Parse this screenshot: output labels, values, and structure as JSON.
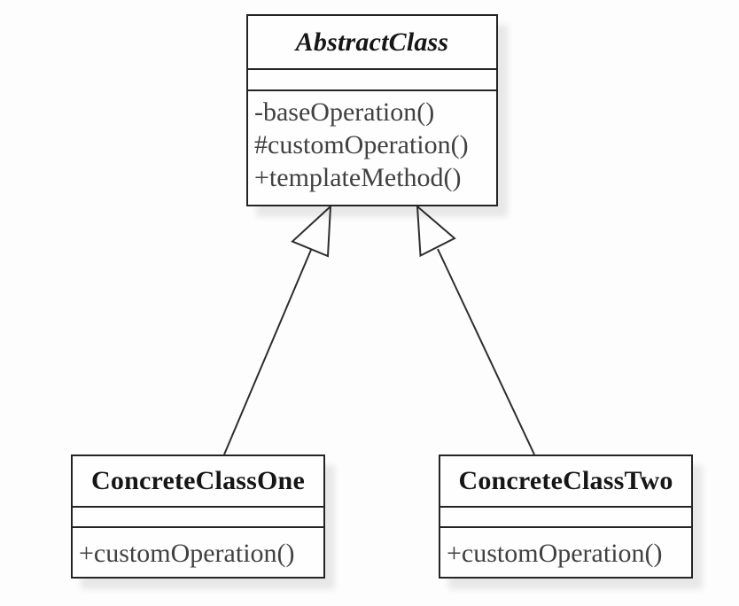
{
  "diagram": {
    "kind": "uml-class-diagram",
    "background": "#fdfdfd"
  },
  "classes": {
    "abstract": {
      "name": "AbstractClass",
      "name_style": "bold-italic",
      "attributes": [],
      "methods": [
        "-baseOperation()",
        "#customOperation()",
        "+templateMethod()"
      ]
    },
    "concrete_one": {
      "name": "ConcreteClassOne",
      "name_style": "bold",
      "attributes": [],
      "methods": [
        "+customOperation()"
      ]
    },
    "concrete_two": {
      "name": "ConcreteClassTwo",
      "name_style": "bold",
      "attributes": [],
      "methods": [
        "+customOperation()"
      ]
    }
  },
  "relations": [
    {
      "from": "ConcreteClassOne",
      "to": "AbstractClass",
      "type": "generalization",
      "arrowhead": "hollow-triangle"
    },
    {
      "from": "ConcreteClassTwo",
      "to": "AbstractClass",
      "type": "generalization",
      "arrowhead": "hollow-triangle"
    }
  ],
  "colors": {
    "box_border": "#242424",
    "box_fill": "#fefefe",
    "title_text": "#161616",
    "method_text": "#414141",
    "connector": "#2e2e2e",
    "shadow": "#ebebeb",
    "background": "#fdfdfd"
  }
}
